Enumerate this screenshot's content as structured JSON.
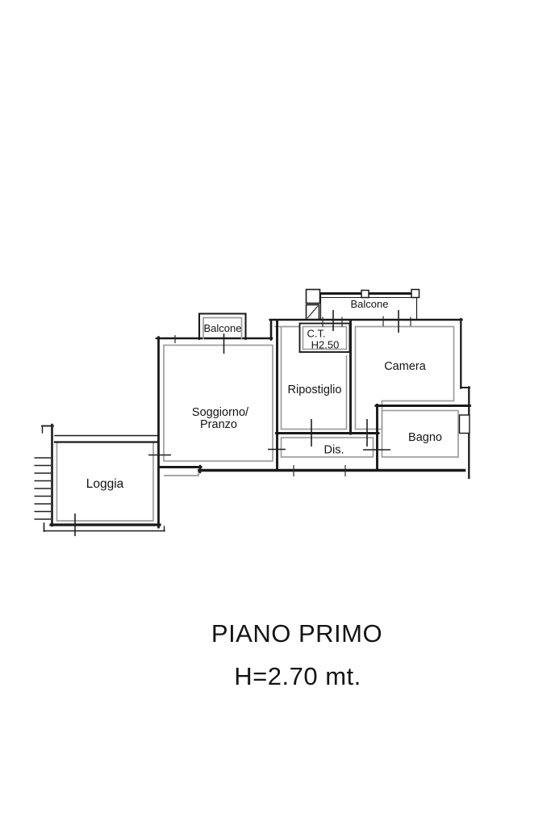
{
  "plan": {
    "rooms": [
      {
        "name": "balcone-top",
        "label": "Balcone"
      },
      {
        "name": "balcone-small",
        "label": "Balcone"
      },
      {
        "name": "ct",
        "line1": "C.T.",
        "line2": "H2.50"
      },
      {
        "name": "camera",
        "label": "Camera"
      },
      {
        "name": "ripostiglio",
        "label": "Ripostiglio"
      },
      {
        "name": "soggiorno-pranzo",
        "line1": "Soggiorno/",
        "line2": "Pranzo"
      },
      {
        "name": "disimpegno",
        "label": "Dis."
      },
      {
        "name": "bagno",
        "label": "Bagno"
      },
      {
        "name": "loggia",
        "label": "Loggia"
      }
    ],
    "colors": {
      "wall": "#1a1a1a",
      "inner_face": "#9e9e9e",
      "text": "#141414",
      "background": "#ffffff"
    }
  },
  "title": {
    "line1": "PIANO PRIMO",
    "line2": "H=2.70 mt."
  }
}
